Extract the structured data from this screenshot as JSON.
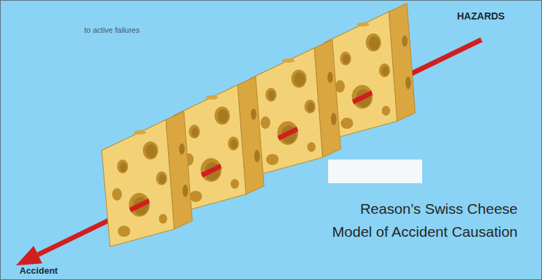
{
  "diagram": {
    "caption": "Reason’s Swiss Cheese Model of Accident Causation",
    "labels": [
      "HAZARDS",
      "Accident",
      "to active failures"
    ]
  }
}
